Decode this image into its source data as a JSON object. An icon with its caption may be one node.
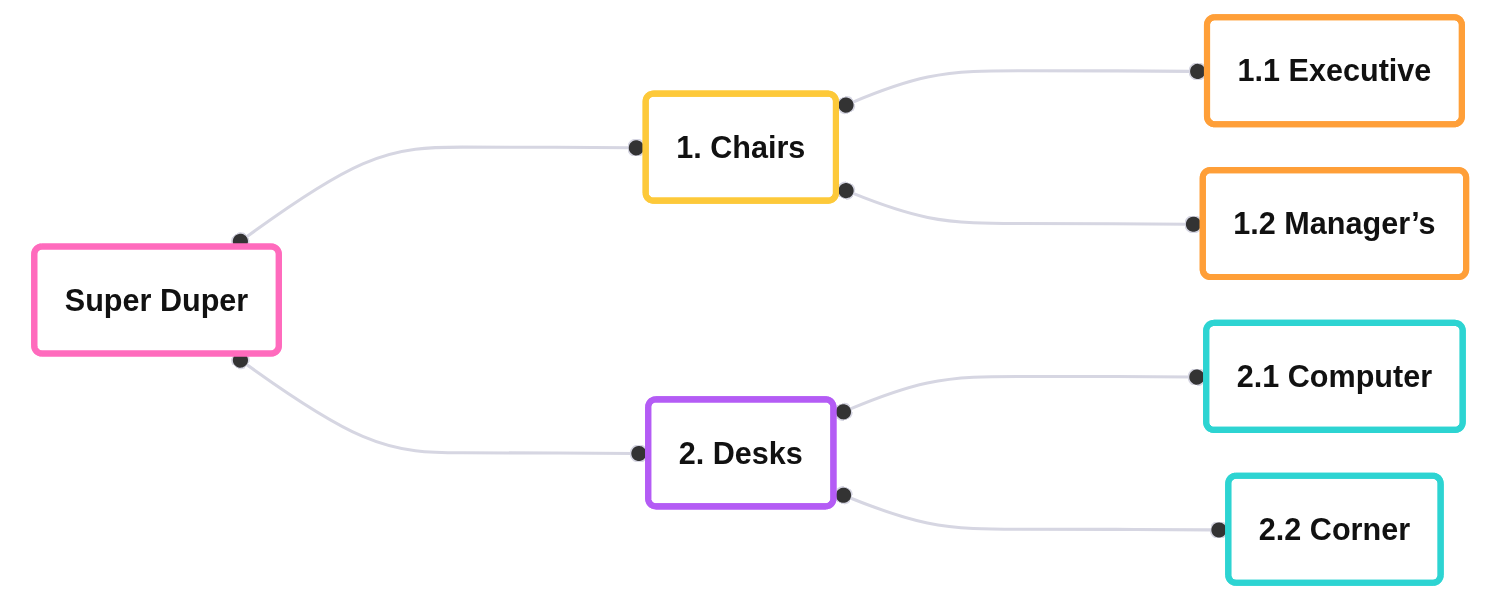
{
  "diagram": {
    "nodes": [
      {
        "text": [
          "Super Duper"
        ]
      },
      {
        "text": [
          "1. Chairs"
        ]
      },
      {
        "text": [
          "1.1 Executive"
        ]
      },
      {
        "text": [
          "1.2 Manager’s"
        ]
      },
      {
        "text": [
          "2. Desks"
        ]
      },
      {
        "text": [
          "2.1 Computer"
        ]
      },
      {
        "text": [
          "2.2 Corner"
        ]
      }
    ],
    "edges": [
      {
        "from": 0,
        "to": 1,
        "arrow": "other"
      },
      {
        "from": 1,
        "to": 2,
        "arrow": "other"
      },
      {
        "from": 1,
        "to": 3,
        "arrow": "other"
      },
      {
        "from": 0,
        "to": 4,
        "arrow": "other"
      },
      {
        "from": 4,
        "to": 5,
        "arrow": "other"
      },
      {
        "from": 4,
        "to": 6,
        "arrow": "other"
      }
    ]
  }
}
